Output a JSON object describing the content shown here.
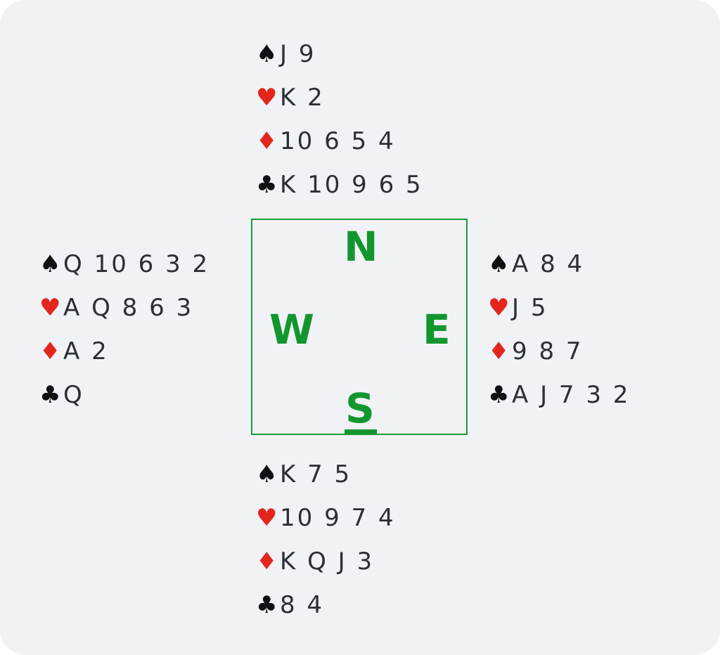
{
  "colors": {
    "background": "#f1f2f6",
    "compass": "#14962f",
    "red_suit": "#e3261c",
    "black_suit": "#111111",
    "text": "#2b2f36"
  },
  "suit_symbols": {
    "spades": "♠",
    "hearts": "♥",
    "diamonds": "♦",
    "clubs": "♣"
  },
  "compass": {
    "north": "N",
    "west": "W",
    "east": "E",
    "south": "S",
    "dealer": "S"
  },
  "hands": {
    "north": {
      "spades": "J 9",
      "hearts": "K 2",
      "diamonds": "10 6 5 4",
      "clubs": "K 10 9 6 5"
    },
    "west": {
      "spades": "Q 10 6 3 2",
      "hearts": "A Q 8 6 3",
      "diamonds": "A 2",
      "clubs": "Q"
    },
    "east": {
      "spades": "A 8 4",
      "hearts": "J 5",
      "diamonds": "9 8 7",
      "clubs": "A J 7 3 2"
    },
    "south": {
      "spades": "K 7 5",
      "hearts": "10 9 7 4",
      "diamonds": "K Q J 3",
      "clubs": "8 4"
    }
  }
}
